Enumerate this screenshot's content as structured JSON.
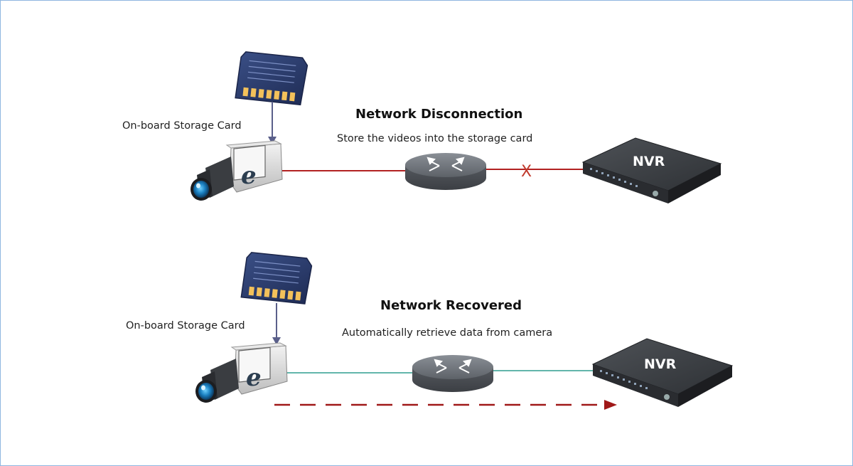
{
  "top": {
    "title": "Network Disconnection",
    "subtitle": "Store the videos into the storage card",
    "storage_label": "On-board Storage Card",
    "nvr_label": "NVR",
    "camera_badge": "e",
    "link_color": "#b22222",
    "break_mark": "X"
  },
  "bottom": {
    "title": "Network Recovered",
    "subtitle": "Automatically retrieve data from camera",
    "storage_label": "On-board Storage Card",
    "nvr_label": "NVR",
    "camera_badge": "e",
    "link_color": "#2e9e8f",
    "arrow_color": "#a01818"
  },
  "icons": [
    "sd-card-icon",
    "ip-camera-icon",
    "router-icon",
    "nvr-icon"
  ]
}
